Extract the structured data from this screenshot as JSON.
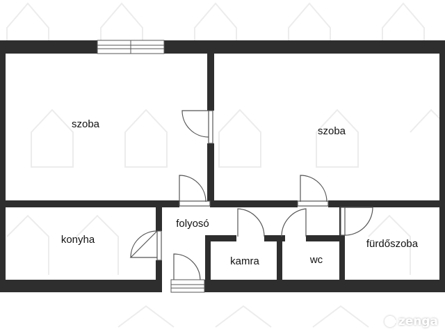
{
  "rooms": {
    "szoba_left": "szoba",
    "szoba_right": "szoba",
    "konyha": "konyha",
    "folyoso": "folyosó",
    "kamra": "kamra",
    "wc": "wc",
    "furdoszoba": "fürdőszoba"
  },
  "brand": {
    "name": "zenga",
    "icon": "zenga-logo-icon"
  },
  "colors": {
    "wall": "#2e2e2e",
    "door": "#555555",
    "watermark": "#e9e9e9"
  }
}
